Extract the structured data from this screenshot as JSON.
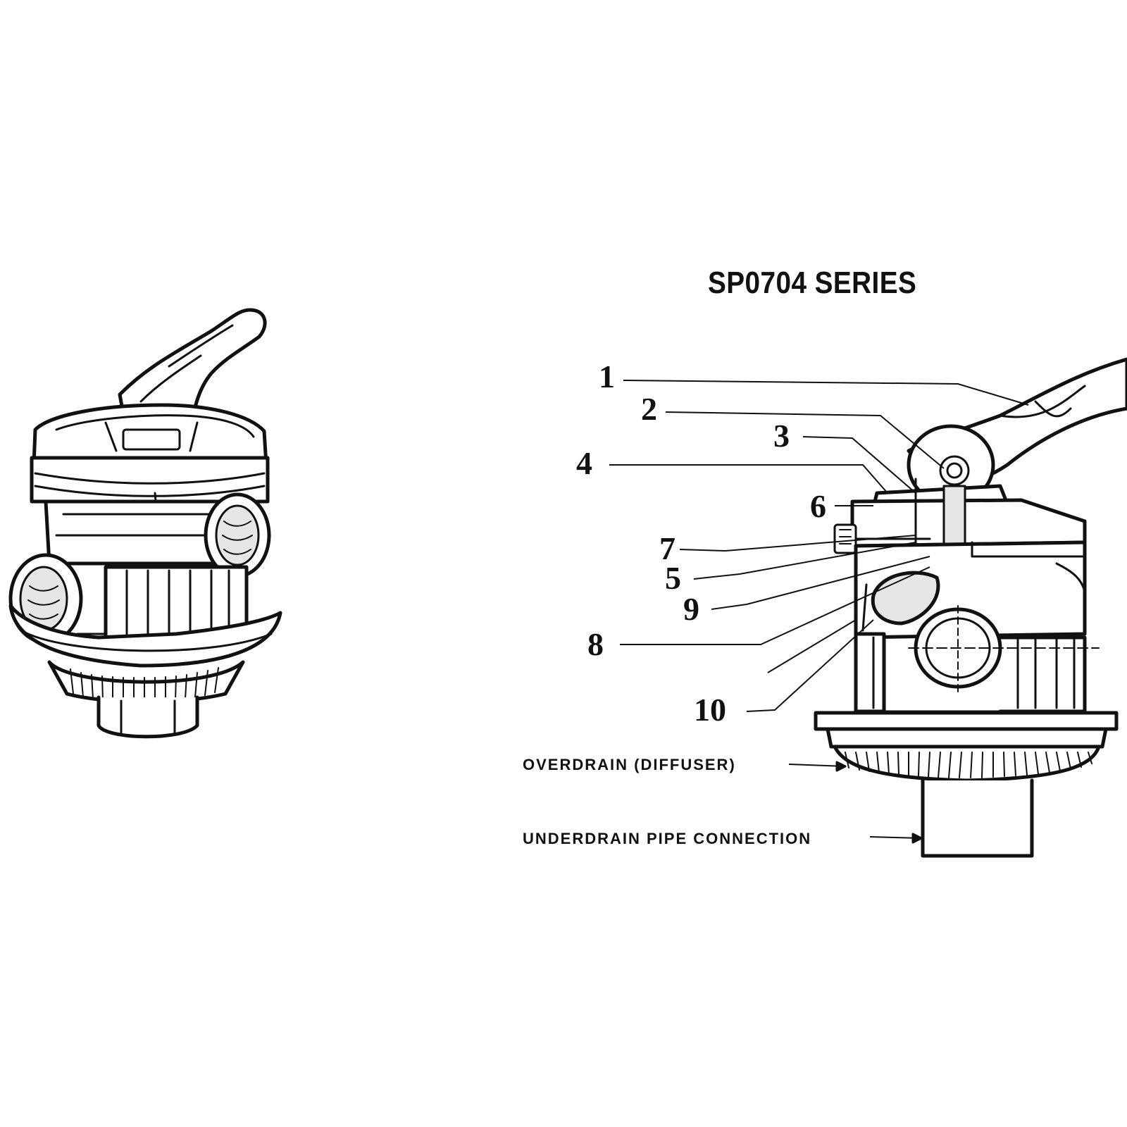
{
  "title": "SP0704 SERIES",
  "part_numbers": [
    "1",
    "2",
    "3",
    "4",
    "6",
    "7",
    "5",
    "9",
    "8",
    "10"
  ],
  "callouts": {
    "overdrain": "OVERDRAIN (DIFFUSER)",
    "underdrain": "UNDERDRAIN PIPE CONNECTION"
  }
}
